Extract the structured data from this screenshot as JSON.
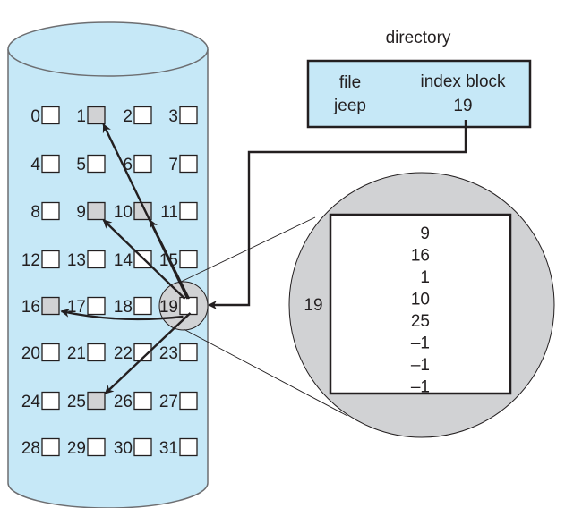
{
  "disk": {
    "blocks": [
      {
        "n": "0",
        "shaded": false
      },
      {
        "n": "1",
        "shaded": true
      },
      {
        "n": "2",
        "shaded": false
      },
      {
        "n": "3",
        "shaded": false
      },
      {
        "n": "4",
        "shaded": false
      },
      {
        "n": "5",
        "shaded": false
      },
      {
        "n": "6",
        "shaded": false
      },
      {
        "n": "7",
        "shaded": false
      },
      {
        "n": "8",
        "shaded": false
      },
      {
        "n": "9",
        "shaded": true
      },
      {
        "n": "10",
        "shaded": true
      },
      {
        "n": "11",
        "shaded": false
      },
      {
        "n": "12",
        "shaded": false
      },
      {
        "n": "13",
        "shaded": false
      },
      {
        "n": "14",
        "shaded": false
      },
      {
        "n": "15",
        "shaded": false
      },
      {
        "n": "16",
        "shaded": true
      },
      {
        "n": "17",
        "shaded": false
      },
      {
        "n": "18",
        "shaded": false
      },
      {
        "n": "19",
        "shaded": false
      },
      {
        "n": "20",
        "shaded": false
      },
      {
        "n": "21",
        "shaded": false
      },
      {
        "n": "22",
        "shaded": false
      },
      {
        "n": "23",
        "shaded": false
      },
      {
        "n": "24",
        "shaded": false
      },
      {
        "n": "25",
        "shaded": true
      },
      {
        "n": "26",
        "shaded": false
      },
      {
        "n": "27",
        "shaded": false
      },
      {
        "n": "28",
        "shaded": false
      },
      {
        "n": "29",
        "shaded": false
      },
      {
        "n": "30",
        "shaded": false
      },
      {
        "n": "31",
        "shaded": false
      }
    ],
    "index_block_number": "19"
  },
  "directory": {
    "title": "directory",
    "col_file": "file",
    "col_index": "index block",
    "file_name": "jeep",
    "index_value": "19"
  },
  "index_block": {
    "label": "19",
    "entries": [
      "9",
      "16",
      "1",
      "10",
      "25",
      "–1",
      "–1",
      "–1"
    ]
  },
  "colors": {
    "disk": "#c6e8f7",
    "shaded": "#d1d2d4",
    "line": "#231f20"
  }
}
